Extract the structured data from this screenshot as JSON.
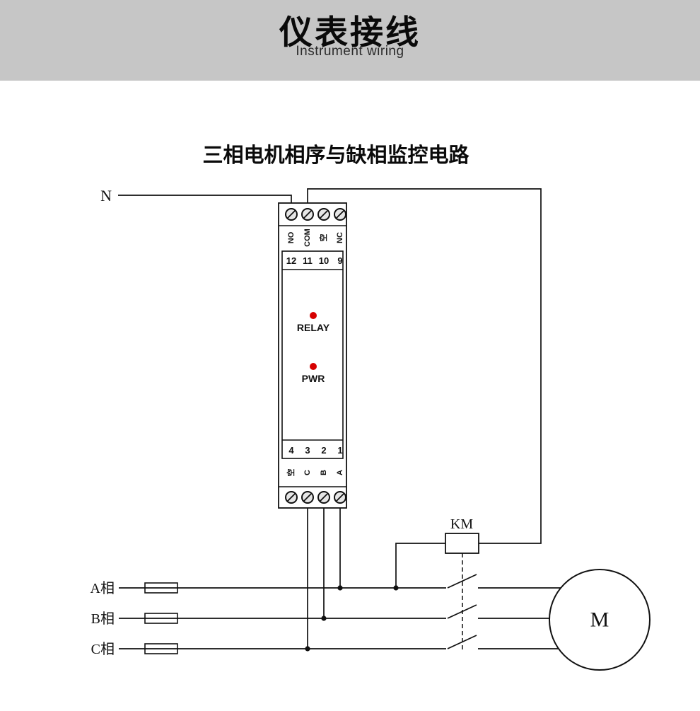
{
  "header": {
    "title": "仪表接线",
    "subtitle": "Instrument wiring",
    "banner_color": "#c6c6c6"
  },
  "diagram": {
    "title": "三相电机相序与缺相监控电路",
    "neutral_label": "N",
    "contactor_label": "KM",
    "motor_label": "M",
    "device": {
      "top_terminal_numbers": [
        "12",
        "11",
        "10",
        "9"
      ],
      "top_terminal_labels": [
        "NO",
        "COM",
        "空",
        "NC"
      ],
      "relay_led_label": "RELAY",
      "power_led_label": "PWR",
      "bottom_terminal_numbers": [
        "4",
        "3",
        "2",
        "1"
      ],
      "bottom_terminal_labels": [
        "空",
        "C",
        "B",
        "A"
      ],
      "led_color": "#d60000"
    },
    "phases": [
      {
        "label": "A相"
      },
      {
        "label": "B相"
      },
      {
        "label": "C相"
      }
    ]
  }
}
